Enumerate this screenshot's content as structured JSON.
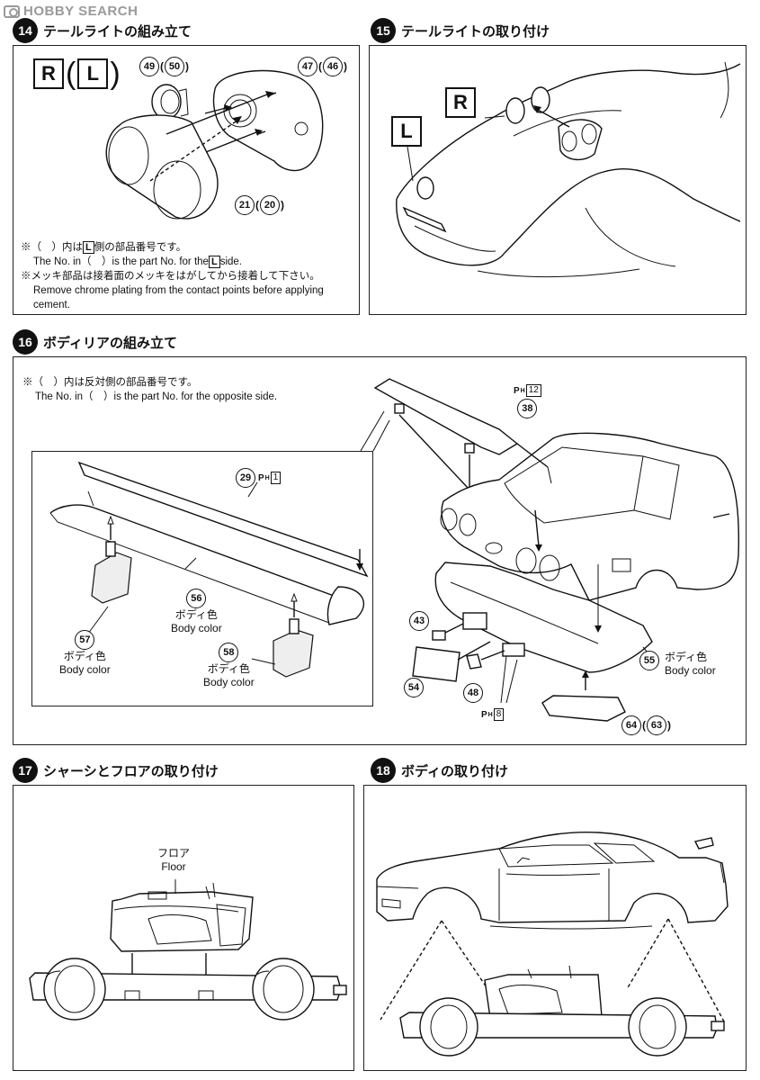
{
  "watermark": {
    "text": "HOBBY SEARCH"
  },
  "step14": {
    "number": "14",
    "title": "テールライトの組み立て",
    "side_r": "R",
    "side_l": "L",
    "parts": {
      "p49": "49",
      "p50": "50",
      "p47": "47",
      "p46": "46",
      "p21": "21",
      "p20": "20"
    },
    "note1_jp_a": "※（　）内は",
    "note1_jp_box": "L",
    "note1_jp_b": "側の部品番号です。",
    "note1_en_a": "The No. in（　）is the part No. for the",
    "note1_en_box": "L",
    "note1_en_b": "side.",
    "note2_jp": "※メッキ部品は接着面のメッキをはがしてから接着して下さい。",
    "note2_en": "Remove chrome plating from the contact points before applying cement."
  },
  "step15": {
    "number": "15",
    "title": "テールライトの取り付け",
    "side_r": "R",
    "side_l": "L"
  },
  "step16": {
    "number": "16",
    "title": "ボディリアの組み立て",
    "note_jp": "※（　）内は反対側の部品番号です。",
    "note_en": "The No. in（　）is the part No. for the opposite side.",
    "ph_prefix": "P",
    "ph_sub": "H",
    "ph12": "12",
    "ph1": "1",
    "ph8": "8",
    "parts": {
      "p29": "29",
      "p38": "38",
      "p56": "56",
      "p57": "57",
      "p58": "58",
      "p43": "43",
      "p54": "54",
      "p48": "48",
      "p55": "55",
      "p64": "64",
      "p63": "63"
    },
    "body_color_jp": "ボディ色",
    "body_color_en": "Body color"
  },
  "step17": {
    "number": "17",
    "title": "シャーシとフロアの取り付け",
    "floor_jp": "フロア",
    "floor_en": "Floor"
  },
  "step18": {
    "number": "18",
    "title": "ボディの取り付け"
  }
}
